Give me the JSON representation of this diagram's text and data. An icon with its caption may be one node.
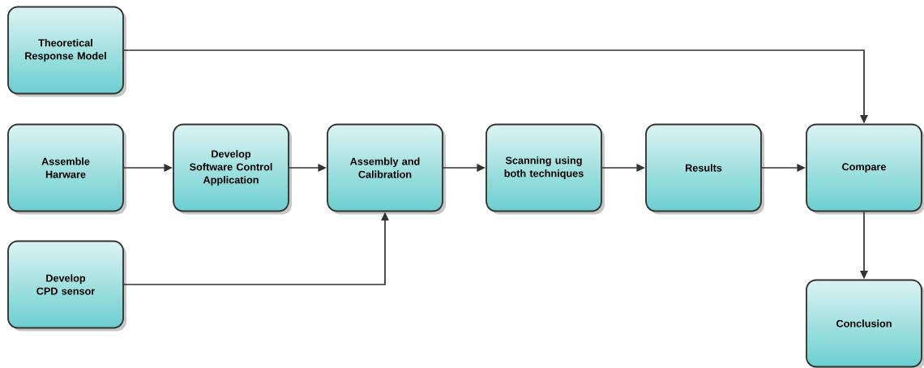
{
  "diagram": {
    "nodes": [
      {
        "text": [
          "Theoretical Response Model"
        ]
      },
      {
        "text": [
          "Assemble Harware"
        ]
      },
      {
        "text": [
          "Develop Software Control Application"
        ]
      },
      {
        "text": [
          "Assembly and Calibration"
        ]
      },
      {
        "text": [
          "Scanning using both techniques"
        ]
      },
      {
        "text": [
          "Results"
        ]
      },
      {
        "text": [
          "Compare"
        ]
      },
      {
        "text": [
          "Develop CPD sensor"
        ]
      },
      {
        "text": [
          "Conclusion"
        ]
      }
    ],
    "edges": [
      {
        "from": 0,
        "to": 6,
        "arrow": "to"
      },
      {
        "from": 1,
        "to": 2,
        "arrow": "to"
      },
      {
        "from": 2,
        "to": 3,
        "arrow": "to"
      },
      {
        "from": 3,
        "to": 4,
        "arrow": "to"
      },
      {
        "from": 4,
        "to": 5,
        "arrow": "to"
      },
      {
        "from": 5,
        "to": 6,
        "arrow": "to"
      },
      {
        "from": 6,
        "to": 8,
        "arrow": "to"
      },
      {
        "from": 7,
        "to": 3,
        "arrow": "to"
      }
    ]
  }
}
